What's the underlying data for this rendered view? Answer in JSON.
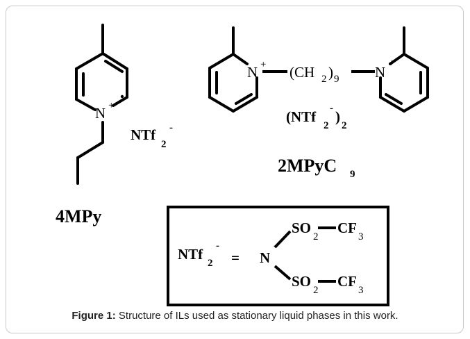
{
  "molecule_4mpy": {
    "ring_n": "N",
    "ring_charge": "+",
    "anion": "NTf",
    "anion_sub": "2",
    "anion_sup": "-",
    "name": "4MPy"
  },
  "molecule_2mpyc9": {
    "left_n": "N",
    "left_charge": "+",
    "chain_open": "(CH",
    "chain_h_sub": "2",
    "chain_close": ")",
    "chain_sub": "9",
    "right_n": "N",
    "right_charge": "+",
    "anion_open": "(NTf",
    "anion_sub": "2",
    "anion_sup": "-",
    "anion_close": ")",
    "anion_count": "2",
    "name_main": "2MPyC",
    "name_sub": "9"
  },
  "ntf2_box": {
    "lhs": "NTf",
    "lhs_sub": "2",
    "lhs_sup": "-",
    "equals": "=",
    "center_n": "N",
    "center_sup": "-",
    "upper_so": "SO",
    "upper_so_sub": "2",
    "upper_cf": "CF",
    "upper_cf_sub": "3",
    "lower_so": "SO",
    "lower_so_sub": "2",
    "lower_cf": "CF",
    "lower_cf_sub": "3"
  },
  "caption": {
    "label": "Figure 1:",
    "text": " Structure of ILs used as stationary liquid phases in this work."
  }
}
